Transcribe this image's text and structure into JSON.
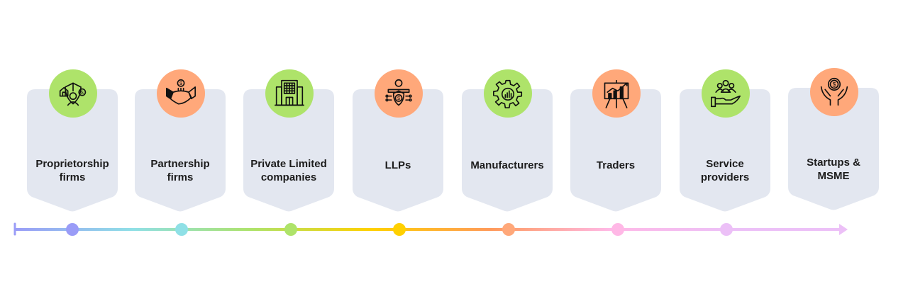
{
  "colors": {
    "card_bg": "#e3e7f0",
    "badge_green": "#aee36a",
    "badge_orange": "#ffa87a",
    "text": "#1c1c1c",
    "icon_stroke": "#111111"
  },
  "items": [
    {
      "label_line1": "Proprietorship",
      "label_line2": "firms",
      "icon": "proprietor-icon",
      "badge": "green",
      "dot_color": "#9a9cf7"
    },
    {
      "label_line1": "Partnership",
      "label_line2": "firms",
      "icon": "handshake-icon",
      "badge": "orange",
      "dot_color": "#8fe0e6"
    },
    {
      "label_line1": "Private Limited",
      "label_line2": "companies",
      "icon": "building-icon",
      "badge": "green",
      "dot_color": "#aee36a"
    },
    {
      "label_line1": "LLPs",
      "label_line2": "",
      "icon": "shield-person-icon",
      "badge": "orange",
      "dot_color": "#ffd000"
    },
    {
      "label_line1": "Manufacturers",
      "label_line2": "",
      "icon": "gear-chart-icon",
      "badge": "green",
      "dot_color": "#ffa87a"
    },
    {
      "label_line1": "Traders",
      "label_line2": "",
      "icon": "chart-board-icon",
      "badge": "orange",
      "dot_color": "#ffb8e6"
    },
    {
      "label_line1": "Service",
      "label_line2": "providers",
      "icon": "hand-people-icon",
      "badge": "green",
      "dot_color": "#ecc0f7"
    },
    {
      "label_line1": "Startups &",
      "label_line2": "MSME",
      "icon": "hands-coin-icon",
      "badge": "orange",
      "dot_color": ""
    }
  ],
  "timeline": {
    "gradient_stops": [
      "#9a9cf7",
      "#8fe0e6",
      "#aee36a",
      "#ffd000",
      "#ff9a5a",
      "#ffb8e6",
      "#ecc0f7",
      "#ecc0f7"
    ]
  }
}
